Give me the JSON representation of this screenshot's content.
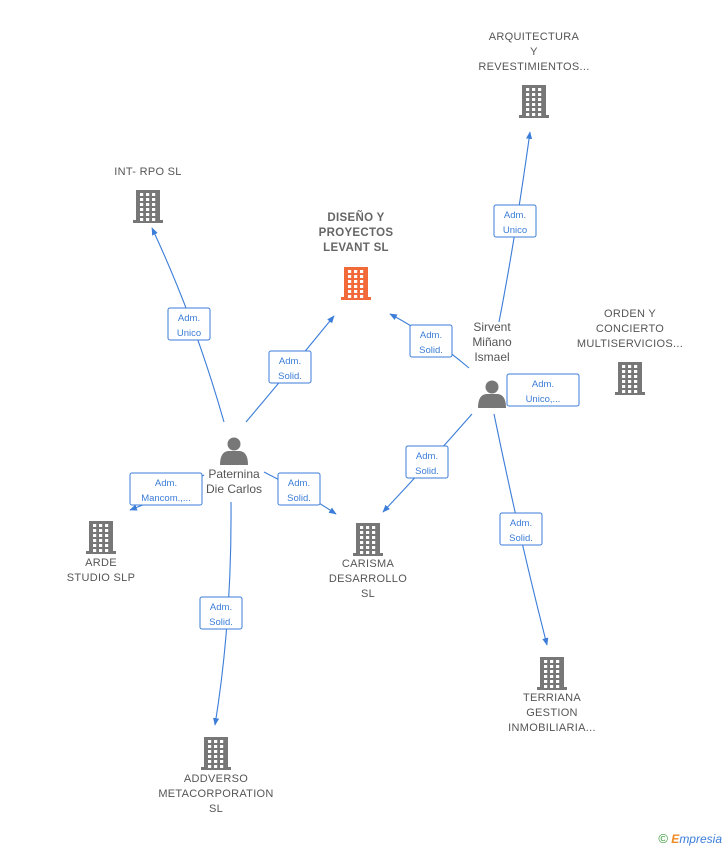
{
  "nodes": [
    {
      "id": "diseno",
      "kind": "company",
      "main": true,
      "lines": [
        "DISEÑO Y",
        "PROYECTOS",
        "LEVANT  SL"
      ],
      "color": "#f26a3a"
    },
    {
      "id": "intrpo",
      "kind": "company",
      "lines": [
        "INT- RPO  SL"
      ],
      "color": "#777777"
    },
    {
      "id": "arquitectura",
      "kind": "company",
      "lines": [
        "ARQUITECTURA",
        "Y",
        "REVESTIMIENTOS..."
      ],
      "color": "#777777"
    },
    {
      "id": "orden",
      "kind": "company",
      "lines": [
        "ORDEN Y",
        "CONCIERTO",
        "MULTISERVICIOS..."
      ],
      "color": "#777777"
    },
    {
      "id": "arde",
      "kind": "company",
      "lines": [
        "ARDE",
        "STUDIO  SLP"
      ],
      "color": "#777777"
    },
    {
      "id": "carisma",
      "kind": "company",
      "lines": [
        "CARISMA",
        "DESARROLLO",
        "SL"
      ],
      "color": "#777777"
    },
    {
      "id": "terriana",
      "kind": "company",
      "lines": [
        "TERRIANA",
        "GESTION",
        "INMOBILIARIA..."
      ],
      "color": "#777777"
    },
    {
      "id": "addverso",
      "kind": "company",
      "lines": [
        "ADDVERSO",
        "METACORPORATION",
        "SL"
      ],
      "color": "#777777"
    },
    {
      "id": "paternina",
      "kind": "person",
      "lines": [
        "Paternina",
        "Die Carlos"
      ],
      "color": "#777777"
    },
    {
      "id": "sirvent",
      "kind": "person",
      "lines": [
        "Sirvent",
        "Miñano",
        "Ismael"
      ],
      "color": "#777777"
    }
  ],
  "edges": [
    {
      "from": "paternina",
      "to": "intrpo",
      "label": [
        "Adm.",
        "Unico"
      ]
    },
    {
      "from": "paternina",
      "to": "diseno",
      "label": [
        "Adm.",
        "Solid."
      ]
    },
    {
      "from": "paternina",
      "to": "arde",
      "label": [
        "Adm.",
        "Mancom.,..."
      ]
    },
    {
      "from": "paternina",
      "to": "carisma",
      "label": [
        "Adm.",
        "Solid."
      ]
    },
    {
      "from": "paternina",
      "to": "addverso",
      "label": [
        "Adm.",
        "Solid."
      ]
    },
    {
      "from": "sirvent",
      "to": "arquitectura",
      "label": [
        "Adm.",
        "Unico"
      ]
    },
    {
      "from": "sirvent",
      "to": "diseno",
      "label": [
        "Adm.",
        "Solid."
      ]
    },
    {
      "from": "sirvent",
      "to": "orden",
      "label": [
        "Adm.",
        "Unico,..."
      ]
    },
    {
      "from": "sirvent",
      "to": "carisma",
      "label": [
        "Adm.",
        "Solid."
      ]
    },
    {
      "from": "sirvent",
      "to": "terriana",
      "label": [
        "Adm.",
        "Solid."
      ]
    }
  ],
  "footer": {
    "copyright": "©",
    "brand_initial": "E",
    "brand_rest": "mpresia"
  },
  "colors": {
    "edge": "#3b7dd8",
    "main_company": "#f26a3a",
    "company": "#777777",
    "person": "#777777"
  }
}
